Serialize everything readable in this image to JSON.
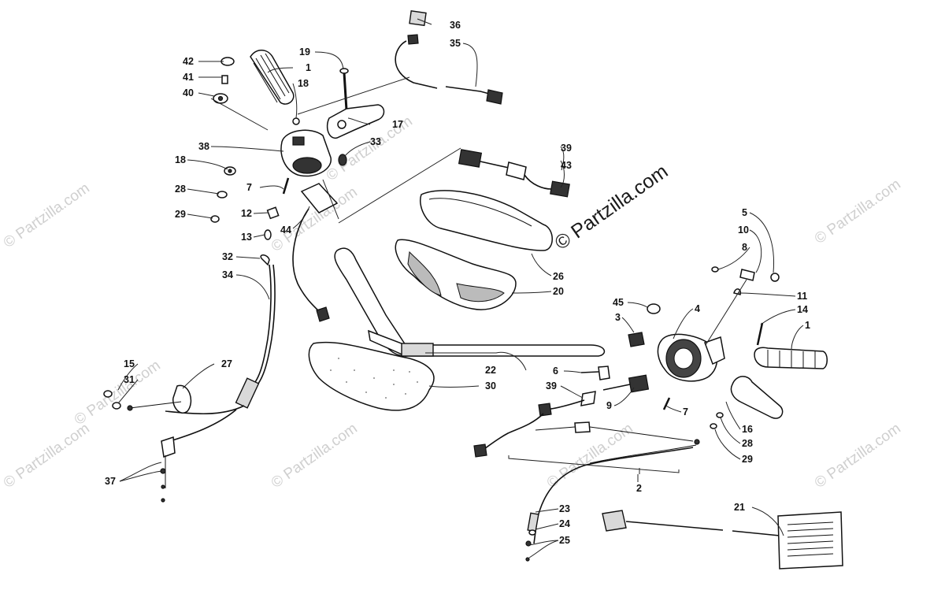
{
  "watermarks": {
    "main": "© Partzilla.com",
    "repeat": "© Partzilla.com"
  },
  "callouts": [
    {
      "id": "c36",
      "text": "36"
    },
    {
      "id": "c35",
      "text": "35"
    },
    {
      "id": "c42",
      "text": "42"
    },
    {
      "id": "c41",
      "text": "41"
    },
    {
      "id": "c40",
      "text": "40"
    },
    {
      "id": "c19",
      "text": "19"
    },
    {
      "id": "c1a",
      "text": "1"
    },
    {
      "id": "c18a",
      "text": "18"
    },
    {
      "id": "c17",
      "text": "17"
    },
    {
      "id": "c33",
      "text": "33"
    },
    {
      "id": "c38",
      "text": "38"
    },
    {
      "id": "c18b",
      "text": "18"
    },
    {
      "id": "c7a",
      "text": "7"
    },
    {
      "id": "c28a",
      "text": "28"
    },
    {
      "id": "c29a",
      "text": "29"
    },
    {
      "id": "c12",
      "text": "12"
    },
    {
      "id": "c13",
      "text": "13"
    },
    {
      "id": "c44",
      "text": "44"
    },
    {
      "id": "c32",
      "text": "32"
    },
    {
      "id": "c34",
      "text": "34"
    },
    {
      "id": "c39a",
      "text": "39"
    },
    {
      "id": "c43",
      "text": "43"
    },
    {
      "id": "c26",
      "text": "26"
    },
    {
      "id": "c20",
      "text": "20"
    },
    {
      "id": "c5",
      "text": "5"
    },
    {
      "id": "c10",
      "text": "10"
    },
    {
      "id": "c8",
      "text": "8"
    },
    {
      "id": "c11",
      "text": "11"
    },
    {
      "id": "c45",
      "text": "45"
    },
    {
      "id": "c4",
      "text": "4"
    },
    {
      "id": "c3",
      "text": "3"
    },
    {
      "id": "c14",
      "text": "14"
    },
    {
      "id": "c1b",
      "text": "1"
    },
    {
      "id": "c22",
      "text": "22"
    },
    {
      "id": "c6",
      "text": "6"
    },
    {
      "id": "c39b",
      "text": "39"
    },
    {
      "id": "c9",
      "text": "9"
    },
    {
      "id": "c7b",
      "text": "7"
    },
    {
      "id": "c16",
      "text": "16"
    },
    {
      "id": "c28b",
      "text": "28"
    },
    {
      "id": "c29b",
      "text": "29"
    },
    {
      "id": "c15",
      "text": "15"
    },
    {
      "id": "c31",
      "text": "31"
    },
    {
      "id": "c27",
      "text": "27"
    },
    {
      "id": "c30",
      "text": "30"
    },
    {
      "id": "c37",
      "text": "37"
    },
    {
      "id": "c2",
      "text": "2"
    },
    {
      "id": "c23",
      "text": "23"
    },
    {
      "id": "c24",
      "text": "24"
    },
    {
      "id": "c25",
      "text": "25"
    },
    {
      "id": "c21",
      "text": "21"
    }
  ]
}
